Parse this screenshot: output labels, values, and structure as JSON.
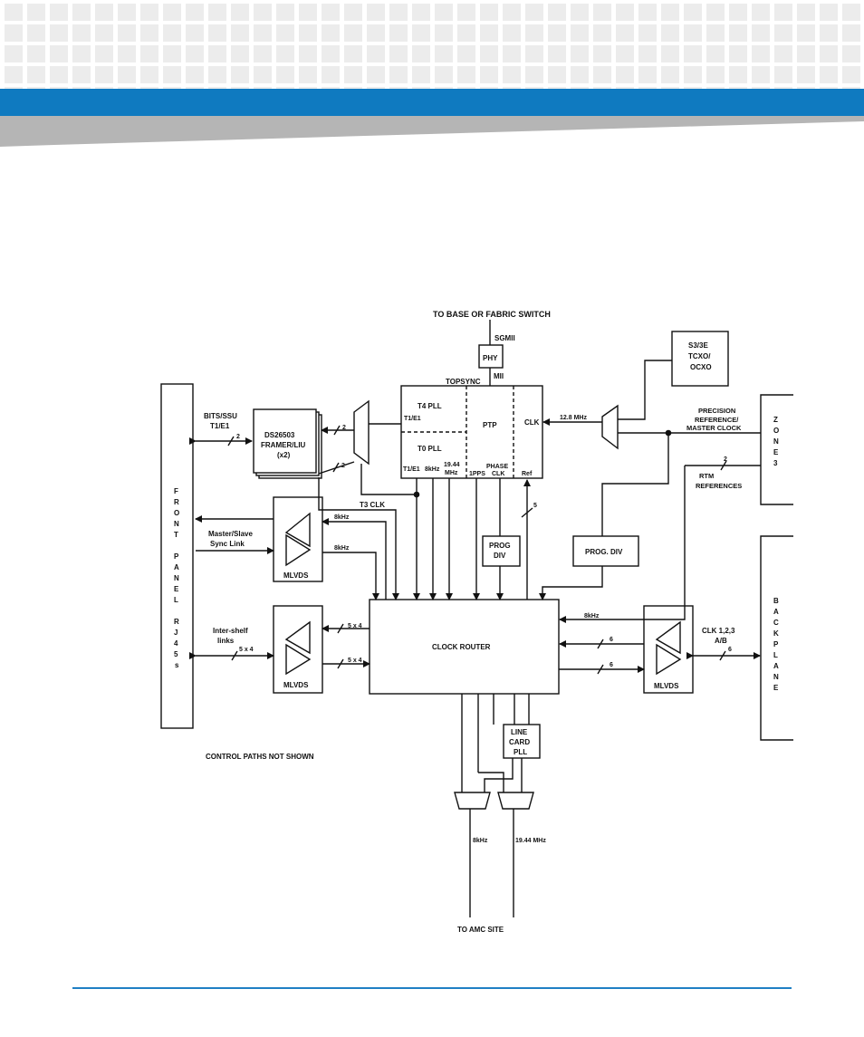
{
  "colors": {
    "brand_blue": "#0f7ac0",
    "gray_band": "#b3b3b3",
    "pattern": "#ededed"
  },
  "labels": {
    "top_switch": "TO BASE OR FABRIC SWITCH",
    "sgmii": "SGMII",
    "phy": "PHY",
    "mii": "MII",
    "topsync": "TOPSYNC",
    "t4pll": "T4 PLL",
    "t1e1_in": "T1/E1",
    "t0pll": "T0 PLL",
    "ptp": "PTP",
    "clk": "CLK",
    "t1e1_out": "T1/E1",
    "khz8_out": "8kHz",
    "mhz1944_a": "19.44",
    "mhz1944_b": "MHz",
    "pps": "1PPS",
    "phase": "PHASE",
    "phase_clk": "CLK",
    "ref": "Ref",
    "s3_1": "S3/3E",
    "s3_2": "TCXO/",
    "s3_3": "OCXO",
    "mhz128": "12.8 MHz",
    "prec_1": "PRECISION",
    "prec_2": "REFERENCE/",
    "prec_3": "MASTER CLOCK",
    "zone": [
      "Z",
      "O",
      "N",
      "E",
      "3"
    ],
    "rtm_1": "RTM",
    "rtm_2": "REFERENCES",
    "bits_1": "BITS/SSU",
    "bits_2": "T1/E1",
    "ds_1": "DS26503",
    "ds_2": "FRAMER/LIU",
    "ds_3": "(x2)",
    "front_panel": [
      "F",
      "R",
      "O",
      "N",
      "T",
      "",
      "P",
      "A",
      "N",
      "E",
      "L",
      "",
      "R",
      "J",
      "4",
      "5",
      "s"
    ],
    "t3clk": "T3 CLK",
    "ms_1": "Master/Slave",
    "ms_2": "Sync Link",
    "khz8_a": "8kHz",
    "khz8_b": "8kHz",
    "mlvds_1": "MLVDS",
    "prog_1": "PROG",
    "prog_2": "DIV",
    "prog_div": "PROG. DIV",
    "khz8_right": "8kHz",
    "backplane": [
      "B",
      "A",
      "C",
      "K",
      "P",
      "L",
      "A",
      "N",
      "E"
    ],
    "inter_1": "Inter-shelf",
    "inter_2": "links",
    "x5x4_a": "5 x 4",
    "x5x4_b": "5 x 4",
    "x5x4_c": "5 x 4",
    "clock_router": "CLOCK ROUTER",
    "mlvds_2": "MLVDS",
    "mlvds_3": "MLVDS",
    "clk123_1": "CLK 1,2,3",
    "clk123_2": "A/B",
    "n2_a": "2",
    "n2_b": "2",
    "n2_c": "2",
    "n2_d": "2",
    "n5": "5",
    "n6_a": "6",
    "n6_b": "6",
    "n6_c": "6",
    "line_1": "LINE",
    "line_2": "CARD",
    "line_3": "PLL",
    "control": "CONTROL PATHS NOT SHOWN",
    "khz8_bottom": "8kHz",
    "mhz_bottom": "19.44 MHz",
    "amc": "TO AMC SITE"
  }
}
